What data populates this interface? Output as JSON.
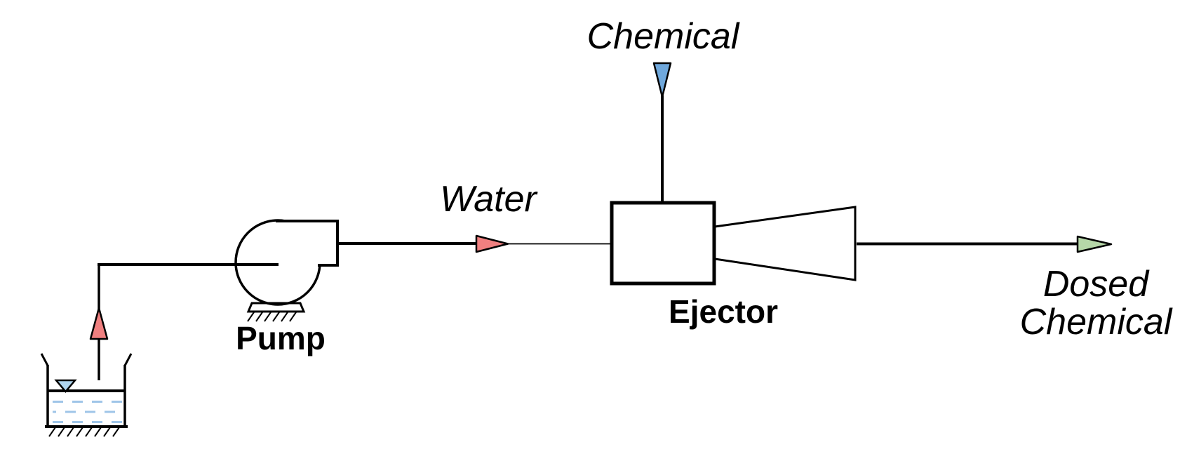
{
  "diagram": {
    "type": "process-flow-diagram",
    "labels": {
      "chemical": "Chemical",
      "water": "Water",
      "pump": "Pump",
      "ejector": "Ejector",
      "dosed_chemical_line1": "Dosed",
      "dosed_chemical_line2": "Chemical"
    },
    "colors": {
      "background": "#ffffff",
      "line": "#000000",
      "water_flow_arrow": "#f08080",
      "chemical_flow_arrow": "#6fa8dc",
      "dosed_chemical_flow_arrow": "#b6d7a8",
      "tank_level_marker": "#aed4ee",
      "tank_water_dashes": "#9fc5e8"
    }
  }
}
